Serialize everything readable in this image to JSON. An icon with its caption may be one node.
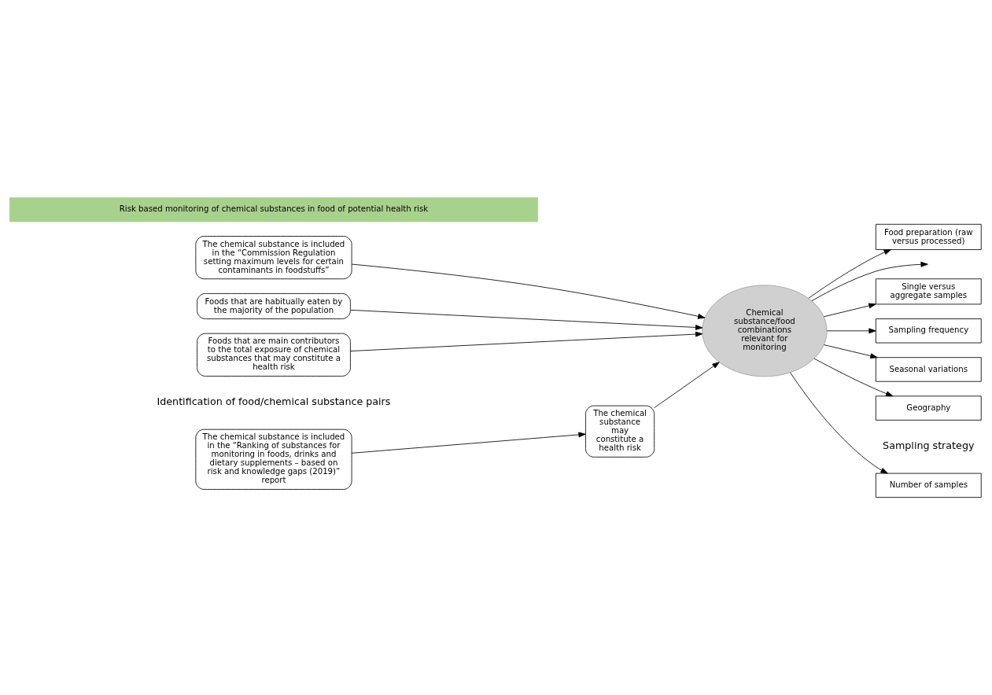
{
  "diagram": {
    "nodes": [
      {
        "text": [
          "The chemical substance is included in the “Ranking of substances for monitoring in foods, drinks and dietary supplements – based on risk and knowledge gaps (2019)” report"
        ]
      },
      {
        "text": [
          "The chemical substance may constitute a health risk"
        ]
      },
      {
        "text": [
          "The chemical substance is included in the “Commission Regulation setting maximum levels for certain contaminants in foodstuffs”"
        ]
      },
      {
        "text": [
          "Foods that are habitually eaten by the majority of the population"
        ]
      },
      {
        "text": [
          "Foods that are main contributors to the total exposure of chemical substances that may constitute a health risk"
        ]
      },
      {
        "text": [
          "Chemical substance/food combinations relevant for monitoring"
        ]
      },
      {
        "text": [
          "Number of samples"
        ]
      },
      {
        "text": [
          "Single versus aggregate samples"
        ]
      },
      {
        "text": [
          "Sampling frequency"
        ]
      },
      {
        "text": [
          "Seasonal variations"
        ]
      },
      {
        "text": [
          "Geography"
        ]
      },
      {
        "text": [
          "Food preparation (raw versus processed)"
        ]
      },
      {
        "text": [
          "Risk based monitoring of chemical substances in food of potential health risk"
        ]
      }
    ],
    "edges": [
      {
        "from": 0,
        "to": 1,
        "arrow": "to"
      },
      {
        "from": 1,
        "to": 5,
        "arrow": "to"
      },
      {
        "from": 2,
        "to": 5,
        "arrow": "to"
      },
      {
        "from": 3,
        "to": 5,
        "arrow": "to"
      },
      {
        "from": 4,
        "to": 5,
        "arrow": "to"
      },
      {
        "from": 5,
        "to": 6,
        "arrow": "to"
      },
      {
        "from": 5,
        "to": 7,
        "arrow": "to"
      },
      {
        "from": 5,
        "to": 8,
        "arrow": "to"
      },
      {
        "from": 5,
        "to": 9,
        "arrow": "to"
      },
      {
        "from": 5,
        "to": 10,
        "arrow": "to"
      },
      {
        "from": 5,
        "to": 11,
        "arrow": "to"
      },
      {
        "from": 5,
        "to": null,
        "arrow": "to"
      }
    ],
    "labels": [
      "Identification of food/chemical substance pairs",
      "Sampling strategy"
    ]
  }
}
